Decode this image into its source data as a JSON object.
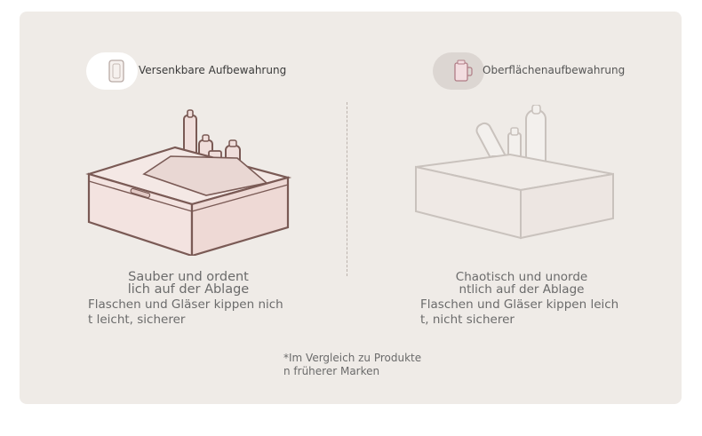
{
  "left": {
    "label": "Versenkbare Aufbewahrung",
    "title_line1": "Sauber und ordent",
    "title_line2": "lich auf der Ablage",
    "desc_line1": "Flaschen und Gläser kippen nich",
    "desc_line2": "t leicht, sicherer",
    "icon": "drawer-icon"
  },
  "right": {
    "label": "Oberflächenaufbewahrung",
    "title_line1": "Chaotisch und unorde",
    "title_line2": "ntlich auf der Ablage",
    "desc_line1": "Flaschen und Gläser kippen leich",
    "desc_line2": "t, nicht sicherer",
    "icon": "cup-icon"
  },
  "footnote": {
    "line1": "*Im Vergleich zu Produkte",
    "line2": "n früherer Marken"
  },
  "colors": {
    "panel": "#efebe7",
    "box_stroke": "#7a5a55",
    "box_fill": "#f0dedb",
    "faded_stroke": "#c9c2bd"
  }
}
